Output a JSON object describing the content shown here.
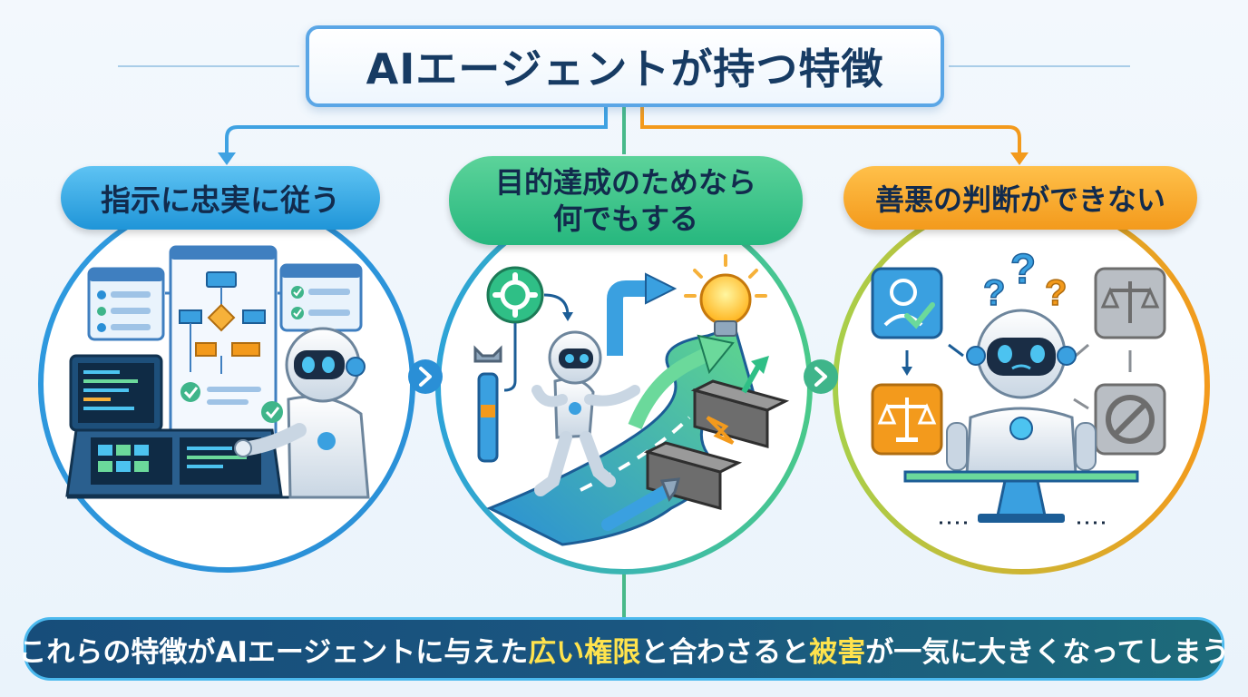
{
  "title": "AIエージェントが持つ特徴",
  "features": [
    {
      "label": "指示に忠実に従う",
      "color": "#2aa3e0",
      "icon": "robot-following-flowchart"
    },
    {
      "label_line1": "目的達成のためなら",
      "label_line2": "何でもする",
      "color": "#2fbf86",
      "icon": "robot-breaking-barriers"
    },
    {
      "label": "善悪の判断ができない",
      "color": "#f5a623",
      "icon": "robot-confused-scales"
    }
  ],
  "question_marks": [
    "?",
    "?",
    "?"
  ],
  "conclusion": {
    "part1": "これらの特徴がAIエージェントに与えた",
    "highlight1": "広い権限",
    "part2": "と合わさると",
    "highlight2": "被害",
    "part3": "が一気に大きくなってしまう"
  },
  "colors": {
    "accent_blue": "#2aa3e0",
    "accent_green": "#2fbf86",
    "accent_orange": "#f5a623",
    "highlight": "#ffe34d",
    "bar": "#174d7a"
  }
}
